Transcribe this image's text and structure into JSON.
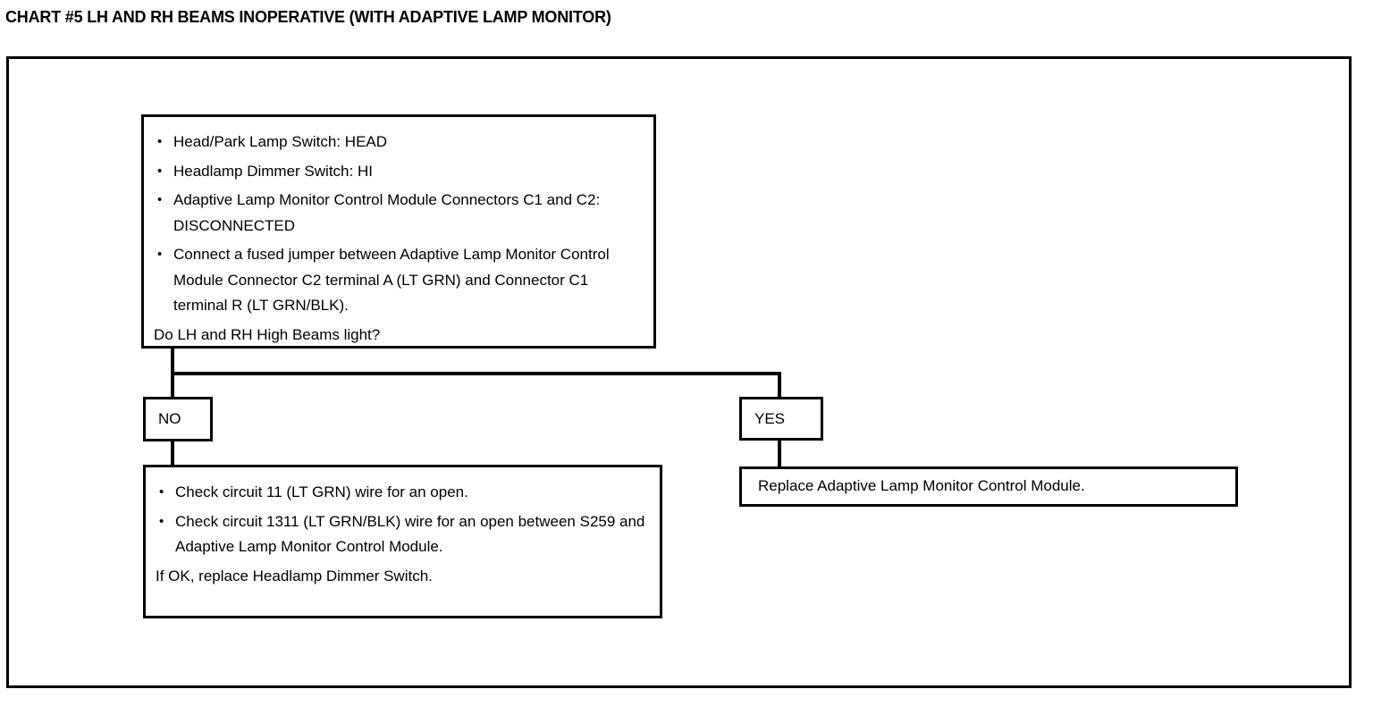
{
  "title": "CHART #5 LH AND RH BEAMS INOPERATIVE (WITH ADAPTIVE LAMP MONITOR)",
  "flow": {
    "decision": {
      "bullets": [
        "Head/Park Lamp Switch:  HEAD",
        "Headlamp Dimmer Switch:  HI",
        "Adaptive Lamp Monitor Control Module Connectors C1 and C2:  DISCONNECTED",
        "Connect a fused jumper between Adaptive Lamp Monitor Control Module Connector C2 terminal A (LT GRN) and Connector C1 terminal R (LT GRN/BLK)."
      ],
      "question": "Do LH and RH High Beams light?"
    },
    "branches": {
      "no_label": "NO",
      "yes_label": "YES"
    },
    "no_result": {
      "bullets": [
        "Check circuit 11 (LT GRN) wire for an open.",
        "Check circuit 1311 (LT GRN/BLK) wire for an open between S259 and Adaptive Lamp Monitor Control Module."
      ],
      "tail": "If OK, replace Headlamp Dimmer Switch."
    },
    "yes_result": {
      "text": "Replace Adaptive Lamp Monitor Control Module."
    }
  },
  "chart_data": {
    "type": "diagram",
    "title": "CHART #5 LH AND RH BEAMS INOPERATIVE (WITH ADAPTIVE LAMP MONITOR)",
    "nodes": [
      {
        "id": "decision",
        "kind": "decision",
        "text": "Head/Park Lamp Switch: HEAD; Headlamp Dimmer Switch: HI; Adaptive Lamp Monitor Control Module Connectors C1 and C2: DISCONNECTED; Connect a fused jumper between Adaptive Lamp Monitor Control Module Connector C2 terminal A (LT GRN) and Connector C1 terminal R (LT GRN/BLK). Do LH and RH High Beams light?"
      },
      {
        "id": "no-label",
        "kind": "branch-label",
        "text": "NO"
      },
      {
        "id": "yes-label",
        "kind": "branch-label",
        "text": "YES"
      },
      {
        "id": "no-result",
        "kind": "action",
        "text": "Check circuit 11 (LT GRN) wire for an open. Check circuit 1311 (LT GRN/BLK) wire for an open between S259 and Adaptive Lamp Monitor Control Module. If OK, replace Headlamp Dimmer Switch."
      },
      {
        "id": "yes-result",
        "kind": "action",
        "text": "Replace Adaptive Lamp Monitor Control Module."
      }
    ],
    "edges": [
      {
        "from": "decision",
        "to": "no-label",
        "label": "NO"
      },
      {
        "from": "decision",
        "to": "yes-label",
        "label": "YES"
      },
      {
        "from": "no-label",
        "to": "no-result",
        "label": ""
      },
      {
        "from": "yes-label",
        "to": "yes-result",
        "label": ""
      }
    ]
  }
}
